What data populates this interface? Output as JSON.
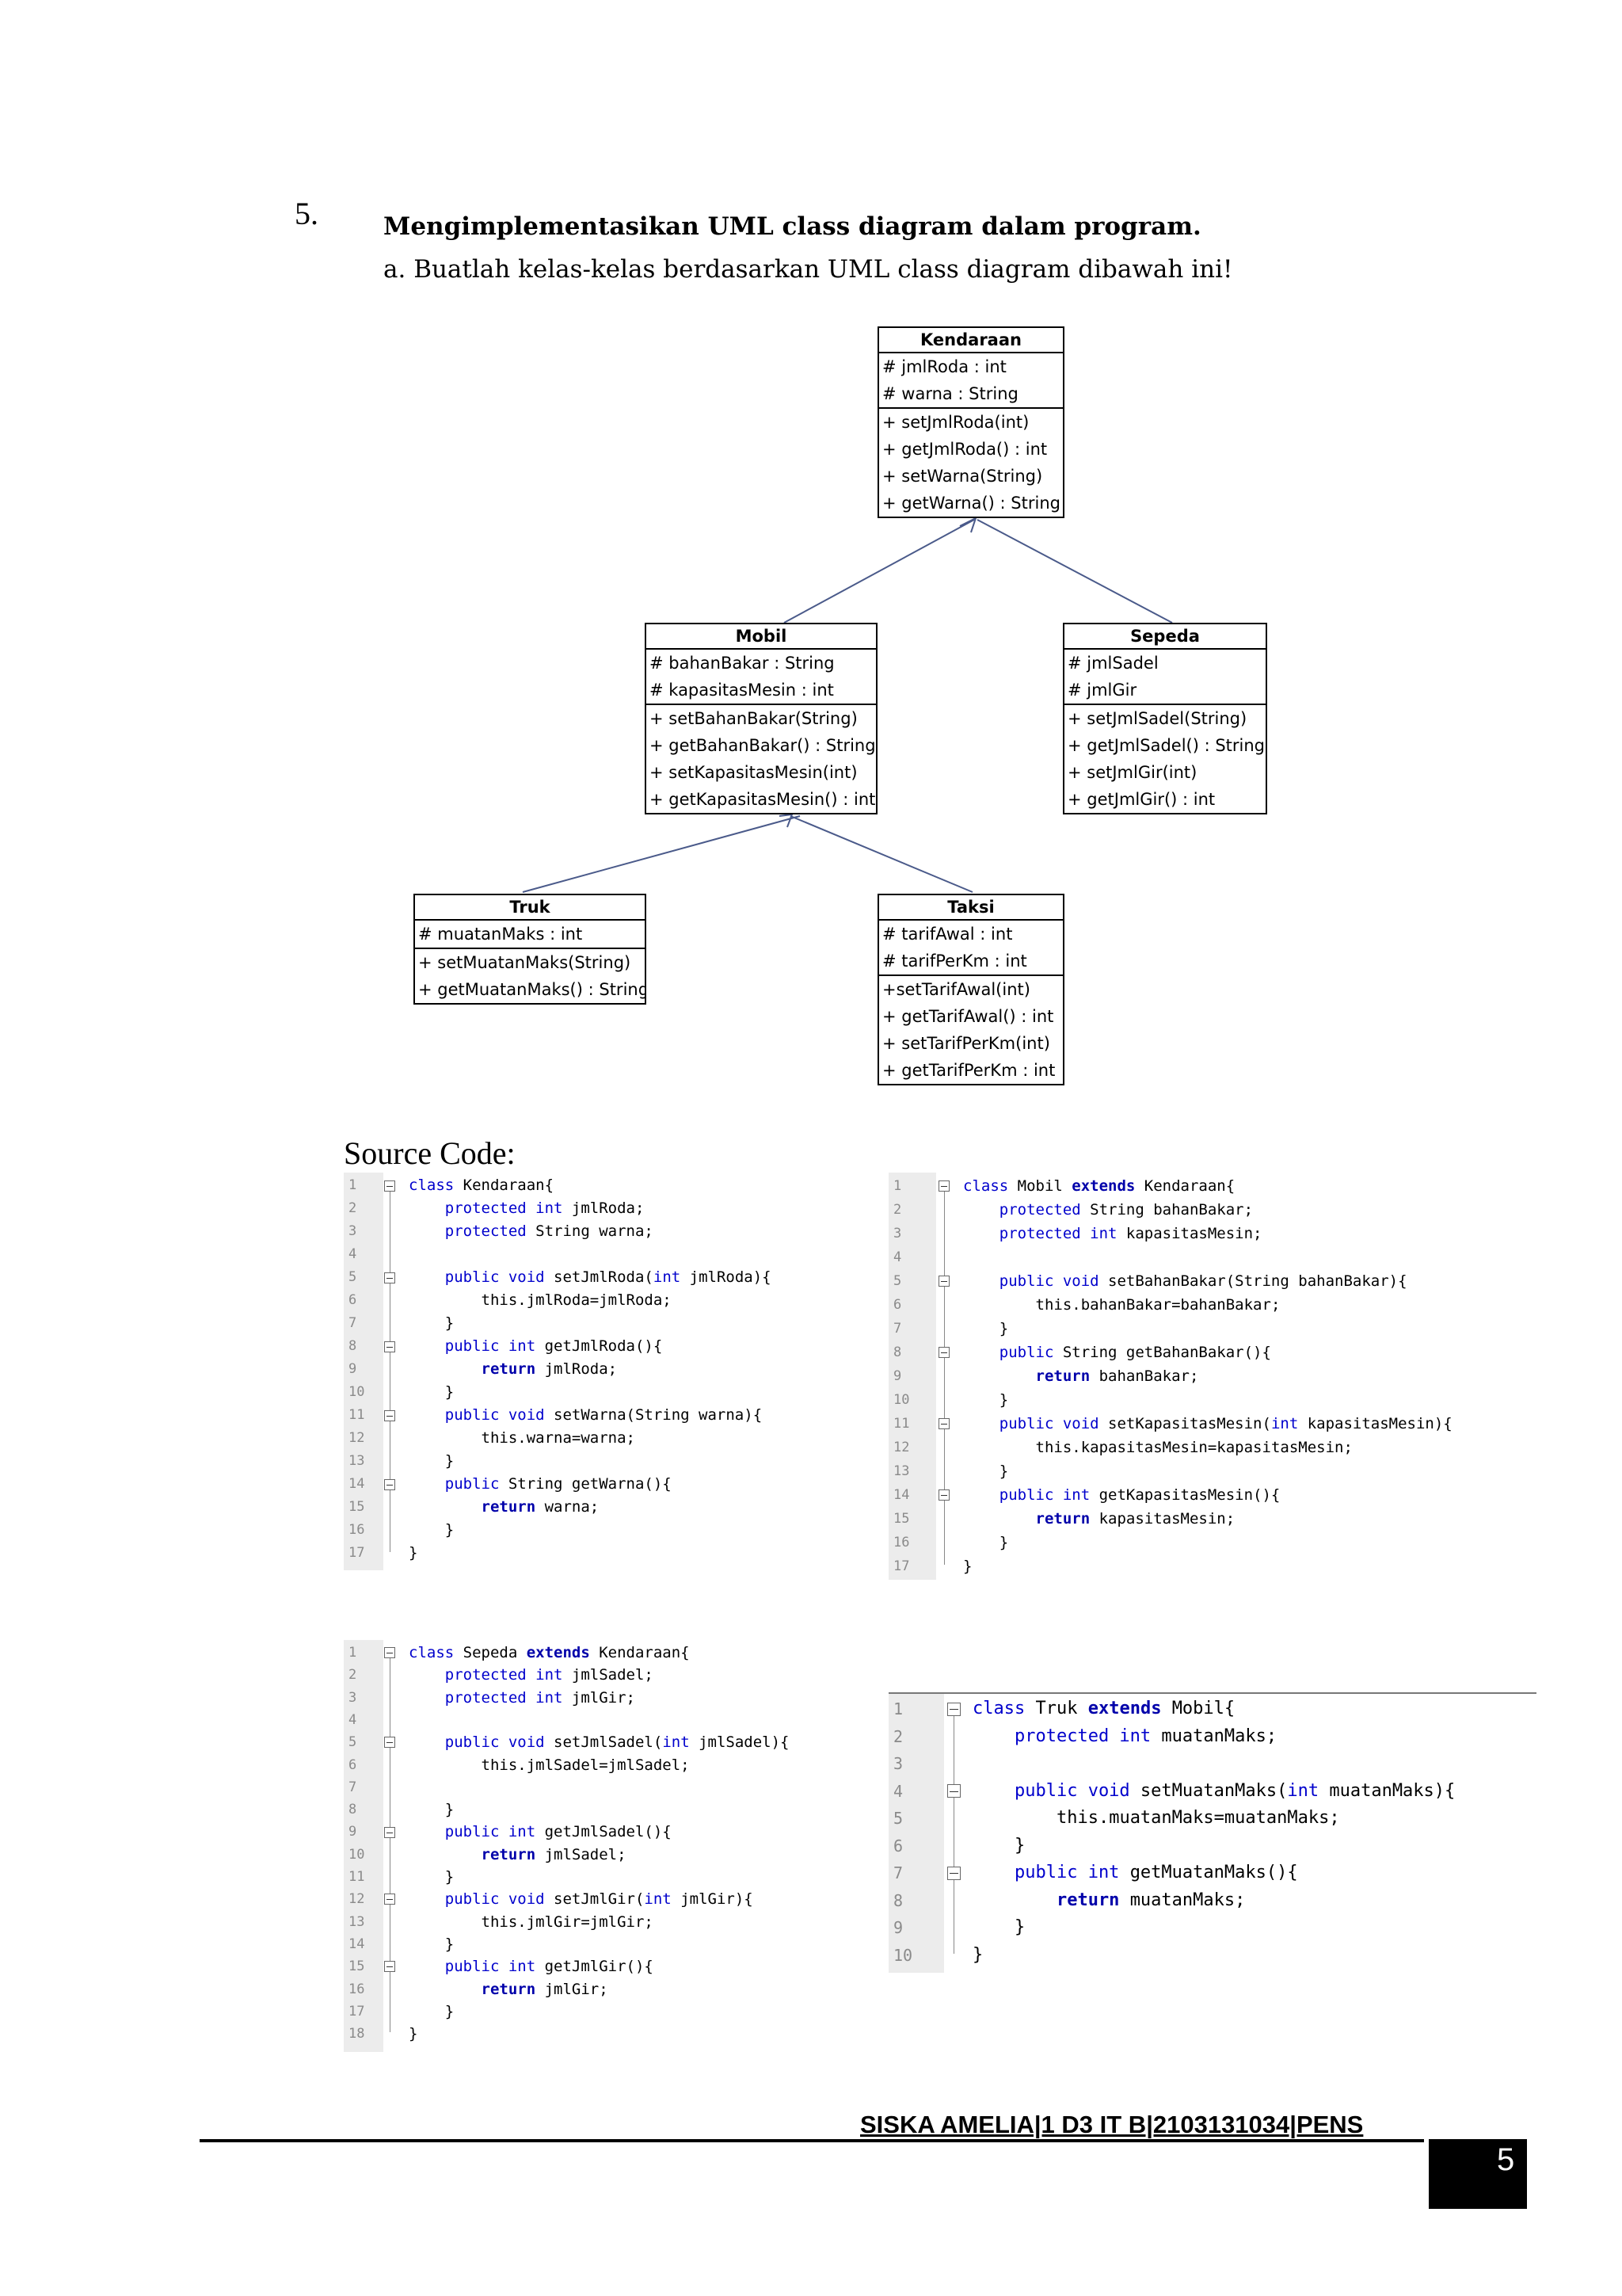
{
  "question": {
    "number": "5.",
    "title": "Mengimplementasikan UML class diagram dalam program.",
    "sub": "a.  Buatlah kelas-kelas berdasarkan UML class diagram dibawah ini!"
  },
  "uml": {
    "kendaraan": {
      "name": "Kendaraan",
      "attrs": [
        "# jmlRoda : int",
        "# warna : String"
      ],
      "methods": [
        "+ setJmlRoda(int)",
        "+ getJmlRoda() : int",
        "+ setWarna(String)",
        "+ getWarna() : String"
      ]
    },
    "mobil": {
      "name": "Mobil",
      "attrs": [
        "# bahanBakar : String",
        "# kapasitasMesin : int"
      ],
      "methods": [
        "+ setBahanBakar(String)",
        "+ getBahanBakar() : String",
        "+ setKapasitasMesin(int)",
        "+ getKapasitasMesin() : int"
      ]
    },
    "sepeda": {
      "name": "Sepeda",
      "attrs": [
        "# jmlSadel",
        "# jmlGir"
      ],
      "methods": [
        "+ setJmlSadel(String)",
        "+ getJmlSadel() : String",
        "+ setJmlGir(int)",
        "+ getJmlGir() : int"
      ]
    },
    "truk": {
      "name": "Truk",
      "attrs": [
        "# muatanMaks : int"
      ],
      "methods": [
        "+ setMuatanMaks(String)",
        "+ getMuatanMaks() : String"
      ]
    },
    "taksi": {
      "name": "Taksi",
      "attrs": [
        "# tarifAwal : int",
        "# tarifPerKm : int"
      ],
      "methods": [
        "+setTarifAwal(int)",
        "+ getTarifAwal() : int",
        "+ setTarifPerKm(int)",
        "+ getTarifPerKm : int"
      ]
    }
  },
  "source_label": "Source Code:",
  "code": {
    "kendaraan": [
      {
        "n": "1",
        "f": "box",
        "t": [
          [
            "class ",
            "kw"
          ],
          [
            "Kendaraan{",
            ""
          ]
        ]
      },
      {
        "n": "2",
        "f": "line",
        "t": [
          [
            "    protected int ",
            "kw"
          ],
          [
            "jmlRoda;",
            ""
          ]
        ]
      },
      {
        "n": "3",
        "f": "line",
        "t": [
          [
            "    protected ",
            "kw"
          ],
          [
            "String warna;",
            ""
          ]
        ]
      },
      {
        "n": "4",
        "f": "line",
        "t": []
      },
      {
        "n": "5",
        "f": "box",
        "t": [
          [
            "    public void ",
            "kw"
          ],
          [
            "setJmlRoda(",
            ""
          ],
          [
            "int ",
            "kw"
          ],
          [
            "jmlRoda){",
            ""
          ]
        ]
      },
      {
        "n": "6",
        "f": "line",
        "t": [
          [
            "        this",
            ""
          ],
          [
            ".jmlRoda=jmlRoda;",
            ""
          ]
        ]
      },
      {
        "n": "7",
        "f": "tick",
        "t": [
          [
            "    }",
            ""
          ]
        ]
      },
      {
        "n": "8",
        "f": "box",
        "t": [
          [
            "    public int ",
            "kw"
          ],
          [
            "getJmlRoda(){",
            ""
          ]
        ]
      },
      {
        "n": "9",
        "f": "line",
        "t": [
          [
            "        return ",
            "kwb"
          ],
          [
            "jmlRoda;",
            ""
          ]
        ]
      },
      {
        "n": "10",
        "f": "tick",
        "t": [
          [
            "    }",
            ""
          ]
        ]
      },
      {
        "n": "11",
        "f": "box",
        "t": [
          [
            "    public void ",
            "kw"
          ],
          [
            "setWarna(String warna){",
            ""
          ]
        ]
      },
      {
        "n": "12",
        "f": "line",
        "t": [
          [
            "        this",
            ""
          ],
          [
            ".warna=warna;",
            ""
          ]
        ]
      },
      {
        "n": "13",
        "f": "tick",
        "t": [
          [
            "    }",
            ""
          ]
        ]
      },
      {
        "n": "14",
        "f": "box",
        "t": [
          [
            "    public ",
            "kw"
          ],
          [
            "String getWarna(){",
            ""
          ]
        ]
      },
      {
        "n": "15",
        "f": "line",
        "t": [
          [
            "        return ",
            "kwb"
          ],
          [
            "warna;",
            ""
          ]
        ]
      },
      {
        "n": "16",
        "f": "tick",
        "t": [
          [
            "    }",
            ""
          ]
        ]
      },
      {
        "n": "17",
        "f": "end",
        "t": [
          [
            "}",
            ""
          ]
        ]
      }
    ],
    "mobil": [
      {
        "n": "1",
        "f": "box",
        "t": [
          [
            "class ",
            "kw"
          ],
          [
            "Mobil ",
            ""
          ],
          [
            "extends ",
            "kwb"
          ],
          [
            "Kendaraan{",
            ""
          ]
        ]
      },
      {
        "n": "2",
        "f": "line",
        "t": [
          [
            "    protected ",
            "kw"
          ],
          [
            "String bahanBakar;",
            ""
          ]
        ]
      },
      {
        "n": "3",
        "f": "line",
        "t": [
          [
            "    protected int ",
            "kw"
          ],
          [
            "kapasitasMesin;",
            ""
          ]
        ]
      },
      {
        "n": "4",
        "f": "line",
        "t": []
      },
      {
        "n": "5",
        "f": "box",
        "t": [
          [
            "    public void ",
            "kw"
          ],
          [
            "setBahanBakar(String bahanBakar){",
            ""
          ]
        ]
      },
      {
        "n": "6",
        "f": "line",
        "t": [
          [
            "        this",
            ""
          ],
          [
            ".bahanBakar=bahanBakar;",
            ""
          ]
        ]
      },
      {
        "n": "7",
        "f": "tick",
        "t": [
          [
            "    }",
            ""
          ]
        ]
      },
      {
        "n": "8",
        "f": "box",
        "t": [
          [
            "    public ",
            "kw"
          ],
          [
            "String getBahanBakar(){",
            ""
          ]
        ]
      },
      {
        "n": "9",
        "f": "line",
        "t": [
          [
            "        return ",
            "kwb"
          ],
          [
            "bahanBakar;",
            ""
          ]
        ]
      },
      {
        "n": "10",
        "f": "tick",
        "t": [
          [
            "    }",
            ""
          ]
        ]
      },
      {
        "n": "11",
        "f": "box",
        "t": [
          [
            "    public void ",
            "kw"
          ],
          [
            "setKapasitasMesin(",
            ""
          ],
          [
            "int ",
            "kw"
          ],
          [
            "kapasitasMesin){",
            ""
          ]
        ]
      },
      {
        "n": "12",
        "f": "line",
        "t": [
          [
            "        this",
            ""
          ],
          [
            ".kapasitasMesin=kapasitasMesin;",
            ""
          ]
        ]
      },
      {
        "n": "13",
        "f": "tick",
        "t": [
          [
            "    }",
            ""
          ]
        ]
      },
      {
        "n": "14",
        "f": "box",
        "t": [
          [
            "    public int ",
            "kw"
          ],
          [
            "getKapasitasMesin(){",
            ""
          ]
        ]
      },
      {
        "n": "15",
        "f": "line",
        "t": [
          [
            "        return ",
            "kwb"
          ],
          [
            "kapasitasMesin;",
            ""
          ]
        ]
      },
      {
        "n": "16",
        "f": "tick",
        "t": [
          [
            "    }",
            ""
          ]
        ]
      },
      {
        "n": "17",
        "f": "end",
        "t": [
          [
            "}",
            ""
          ]
        ]
      }
    ],
    "sepeda": [
      {
        "n": "1",
        "f": "box",
        "t": [
          [
            "class ",
            "kw"
          ],
          [
            "Sepeda ",
            ""
          ],
          [
            "extends ",
            "kwb"
          ],
          [
            "Kendaraan{",
            ""
          ]
        ]
      },
      {
        "n": "2",
        "f": "line",
        "t": [
          [
            "    protected int ",
            "kw"
          ],
          [
            "jmlSadel;",
            ""
          ]
        ]
      },
      {
        "n": "3",
        "f": "line",
        "t": [
          [
            "    protected int ",
            "kw"
          ],
          [
            "jmlGir;",
            ""
          ]
        ]
      },
      {
        "n": "4",
        "f": "line",
        "t": []
      },
      {
        "n": "5",
        "f": "box",
        "t": [
          [
            "    public void ",
            "kw"
          ],
          [
            "setJmlSadel(",
            ""
          ],
          [
            "int ",
            "kw"
          ],
          [
            "jmlSadel){",
            ""
          ]
        ]
      },
      {
        "n": "6",
        "f": "line",
        "t": [
          [
            "        this",
            ""
          ],
          [
            ".jmlSadel=jmlSadel;",
            ""
          ]
        ]
      },
      {
        "n": "7",
        "f": "line",
        "t": []
      },
      {
        "n": "8",
        "f": "tick",
        "t": [
          [
            "    }",
            ""
          ]
        ]
      },
      {
        "n": "9",
        "f": "box",
        "t": [
          [
            "    public int ",
            "kw"
          ],
          [
            "getJmlSadel(){",
            ""
          ]
        ]
      },
      {
        "n": "10",
        "f": "line",
        "t": [
          [
            "        return ",
            "kwb"
          ],
          [
            "jmlSadel;",
            ""
          ]
        ]
      },
      {
        "n": "11",
        "f": "tick",
        "t": [
          [
            "    }",
            ""
          ]
        ]
      },
      {
        "n": "12",
        "f": "box",
        "t": [
          [
            "    public void ",
            "kw"
          ],
          [
            "setJmlGir(",
            ""
          ],
          [
            "int ",
            "kw"
          ],
          [
            "jmlGir){",
            ""
          ]
        ]
      },
      {
        "n": "13",
        "f": "line",
        "t": [
          [
            "        this",
            ""
          ],
          [
            ".jmlGir=jmlGir;",
            ""
          ]
        ]
      },
      {
        "n": "14",
        "f": "tick",
        "t": [
          [
            "    }",
            ""
          ]
        ]
      },
      {
        "n": "15",
        "f": "box",
        "t": [
          [
            "    public int ",
            "kw"
          ],
          [
            "getJmlGir(){",
            ""
          ]
        ]
      },
      {
        "n": "16",
        "f": "line",
        "t": [
          [
            "        return ",
            "kwb"
          ],
          [
            "jmlGir;",
            ""
          ]
        ]
      },
      {
        "n": "17",
        "f": "tick",
        "t": [
          [
            "    }",
            ""
          ]
        ]
      },
      {
        "n": "18",
        "f": "end",
        "t": [
          [
            "}",
            ""
          ]
        ]
      }
    ],
    "truk": [
      {
        "n": "1",
        "f": "box",
        "t": [
          [
            "class ",
            "kw"
          ],
          [
            "Truk ",
            ""
          ],
          [
            "extends ",
            "kwb"
          ],
          [
            "Mobil{",
            ""
          ]
        ]
      },
      {
        "n": "2",
        "f": "line",
        "t": [
          [
            "    protected int ",
            "kw"
          ],
          [
            "muatanMaks;",
            ""
          ]
        ]
      },
      {
        "n": "3",
        "f": "line",
        "t": []
      },
      {
        "n": "4",
        "f": "box",
        "t": [
          [
            "    public void ",
            "kw"
          ],
          [
            "setMuatanMaks(",
            ""
          ],
          [
            "int ",
            "kw"
          ],
          [
            "muatanMaks){",
            ""
          ]
        ]
      },
      {
        "n": "5",
        "f": "line",
        "t": [
          [
            "        this",
            ""
          ],
          [
            ".muatanMaks=muatanMaks;",
            ""
          ]
        ]
      },
      {
        "n": "6",
        "f": "tick",
        "t": [
          [
            "    }",
            ""
          ]
        ]
      },
      {
        "n": "7",
        "f": "box",
        "t": [
          [
            "    public int ",
            "kw"
          ],
          [
            "getMuatanMaks(){",
            ""
          ]
        ]
      },
      {
        "n": "8",
        "f": "line",
        "t": [
          [
            "        return ",
            "kwb"
          ],
          [
            "muatanMaks;",
            ""
          ]
        ]
      },
      {
        "n": "9",
        "f": "tick",
        "t": [
          [
            "    }",
            ""
          ]
        ]
      },
      {
        "n": "10",
        "f": "end",
        "t": [
          [
            "}",
            ""
          ]
        ]
      }
    ]
  },
  "footer": {
    "author": "SISKA AMELIA|1 D3 IT B|2103131034|PENS",
    "page": "5"
  }
}
